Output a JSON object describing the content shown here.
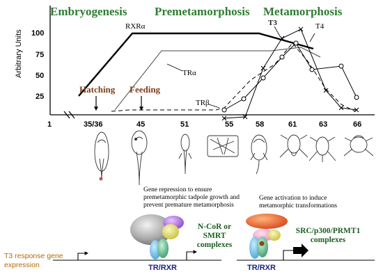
{
  "phases": {
    "embryogenesis": "Embryogenesis",
    "premetamorphosis": "Premetamorphosis",
    "metamorphosis": "Metamorphosis"
  },
  "axis": {
    "ylabel": "Arbitrary Units",
    "y_ticks": [
      "100",
      "75",
      "50",
      "25"
    ],
    "x_ticks": [
      "1",
      "35/36",
      "45",
      "51",
      "55",
      "58",
      "61",
      "63",
      "66"
    ]
  },
  "series_labels": {
    "rxr": "RXRα",
    "tra": "TRα",
    "trb": "TRβ",
    "t3": "T3",
    "t4": "T4"
  },
  "events": {
    "hatching": "Hatching",
    "feeding": "Feeding"
  },
  "notes": {
    "repression": "Gene repression to ensure premetamorphic tadpole growth and prevent premature metamorphosis",
    "activation": "Gene activation to induce metamorphic transformations"
  },
  "complexes": {
    "corepressor": "N-CoR or SMRT complexes",
    "coactivator": "SRC/p300/PRMT1 complexes"
  },
  "receptor": {
    "left": "TR/RXR",
    "right": "TR/RXR"
  },
  "t3_response": "T3 response gene expression",
  "colors": {
    "phase_text": "#2e7d32",
    "event_text": "#7b3f1d",
    "complex_text": "#1b5e20",
    "receptor_text": "#1a237e",
    "t3_response_text": "#b56b00"
  }
}
